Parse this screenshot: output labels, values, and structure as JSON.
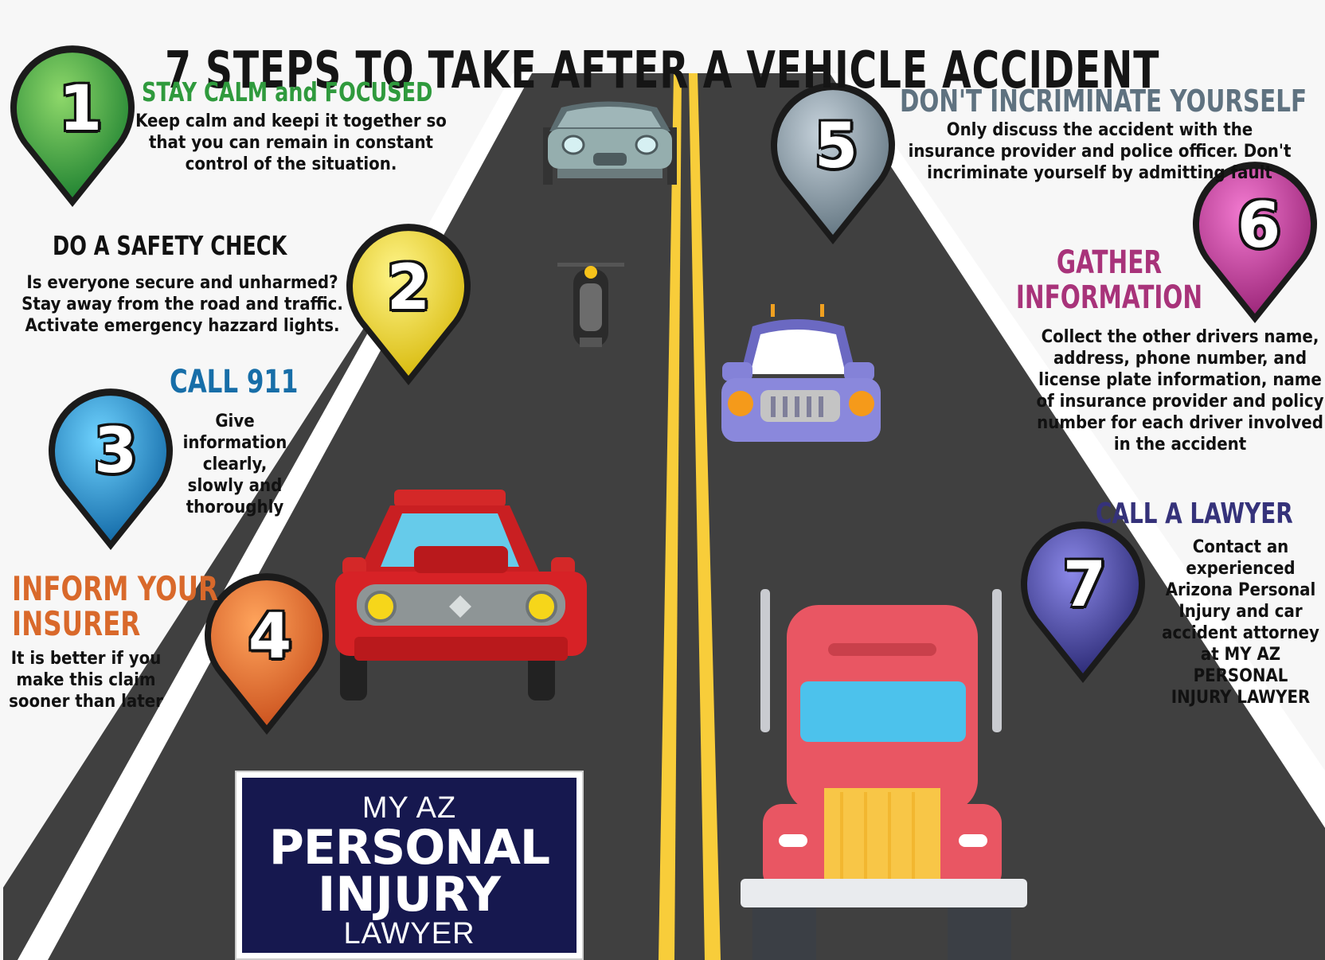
{
  "title": "7 STEPS TO TAKE AFTER A VEHICLE ACCIDENT",
  "colors": {
    "road": "#404040",
    "lane_white": "#ffffff",
    "lane_yellow": "#f8cd3a",
    "step1": "#2f8f3a",
    "step2": "#f1d21f",
    "step3": "#0f7ab7",
    "step4": "#e0622a",
    "step5": "#6d7f8b",
    "step6": "#b32b8a",
    "step7": "#34337f"
  },
  "steps": [
    {
      "number": "1",
      "heading": "STAY CALM and FOCUSED",
      "heading_color": "#2f9a3d",
      "body": "Keep calm and keepi it together so that you can remain in constant control of the situation."
    },
    {
      "number": "2",
      "heading": "DO A SAFETY CHECK",
      "heading_color": "#111111",
      "body": "Is everyone secure and unharmed? Stay away from the road and traffic. Activate emergency hazzard lights."
    },
    {
      "number": "3",
      "heading": "CALL 911",
      "heading_color": "#176ea8",
      "body": "Give information clearly, slowly and thoroughly"
    },
    {
      "number": "4",
      "heading": "INFORM YOUR INSURER",
      "heading_color": "#d9692b",
      "body": "It is better if you make this claim sooner than later"
    },
    {
      "number": "5",
      "heading": "DON'T INCRIMINATE YOURSELF",
      "heading_color": "#5f7280",
      "body": "Only discuss the accident with the insurance provider and police officer. Don't incriminate yourself by admitting fault"
    },
    {
      "number": "6",
      "heading": "GATHER INFORMATION",
      "heading_color": "#a8337a",
      "body": "Collect the other drivers name, address, phone number, and license plate information, name of insurance provider and policy number for each driver involved in the accident"
    },
    {
      "number": "7",
      "heading": "CALL A LAWYER",
      "heading_color": "#35327a",
      "body": "Contact an experienced Arizona Personal Injury and car accident attorney at MY AZ PERSONAL INJURY LAWYER"
    }
  ],
  "logo": {
    "line1": "MY AZ",
    "line2": "PERSONAL",
    "line3": "INJURY",
    "line4": "LAWYER"
  }
}
